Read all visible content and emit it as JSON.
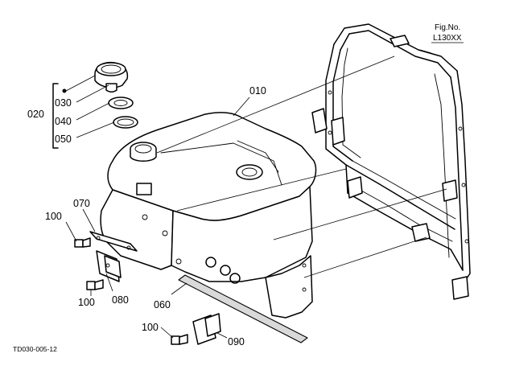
{
  "figure": {
    "fig_no_label": "Fig.No.",
    "fig_no_value": "L130XX",
    "footer_code": "TD030-005-12"
  },
  "parts": [
    {
      "id": "010",
      "label": "010"
    },
    {
      "id": "020",
      "label": "020"
    },
    {
      "id": "030",
      "label": "030"
    },
    {
      "id": "040",
      "label": "040"
    },
    {
      "id": "050",
      "label": "050"
    },
    {
      "id": "060",
      "label": "060"
    },
    {
      "id": "070",
      "label": "070"
    },
    {
      "id": "080",
      "label": "080"
    },
    {
      "id": "090",
      "label": "090"
    },
    {
      "id": "100a",
      "label": "100"
    },
    {
      "id": "100b",
      "label": "100"
    },
    {
      "id": "100c",
      "label": "100"
    }
  ]
}
